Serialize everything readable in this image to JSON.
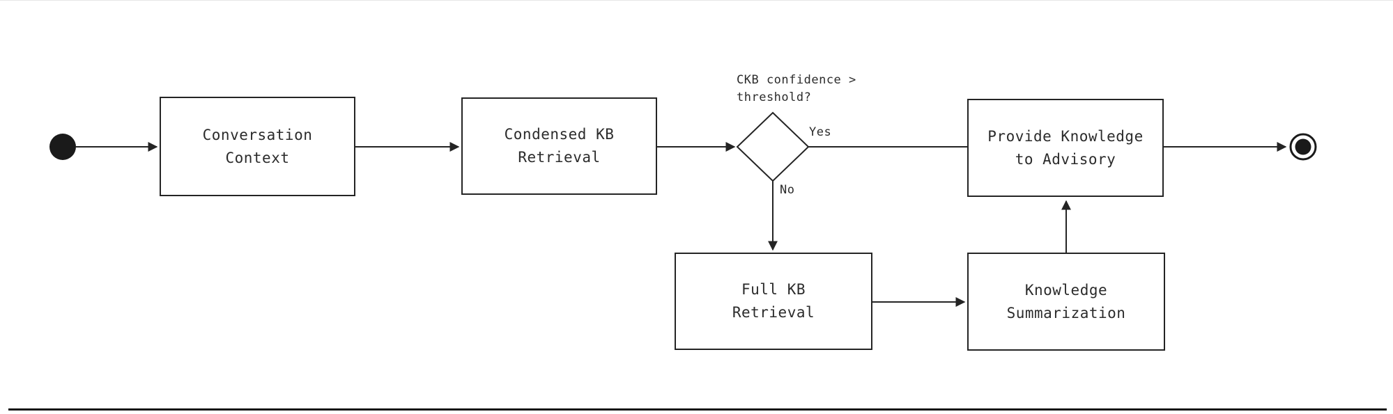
{
  "diagram": {
    "type": "flowchart",
    "nodes": {
      "start": {
        "kind": "initial-node"
      },
      "conversation_context": {
        "label": "Conversation Context",
        "line1": "Conversation",
        "line2": "Context"
      },
      "condensed_kb_retrieval": {
        "label": "Condensed KB Retrieval",
        "line1": "Condensed KB",
        "line2": "Retrieval"
      },
      "decision": {
        "label": "CKB confidence > threshold?",
        "line1": "CKB confidence >",
        "line2": "threshold?"
      },
      "provide_knowledge_to_advisory": {
        "label": "Provide Knowledge to Advisory",
        "line1": "Provide Knowledge",
        "line2": "to Advisory"
      },
      "full_kb_retrieval": {
        "label": "Full KB Retrieval",
        "line1": "Full KB",
        "line2": "Retrieval"
      },
      "knowledge_summarization": {
        "label": "Knowledge Summarization",
        "line1": "Knowledge",
        "line2": "Summarization"
      },
      "end": {
        "kind": "final-node"
      }
    },
    "edge_labels": {
      "yes": "Yes",
      "no": "No"
    },
    "colors": {
      "stroke": "#242424",
      "text": "#2b2b2b",
      "background": "#ffffff"
    }
  }
}
